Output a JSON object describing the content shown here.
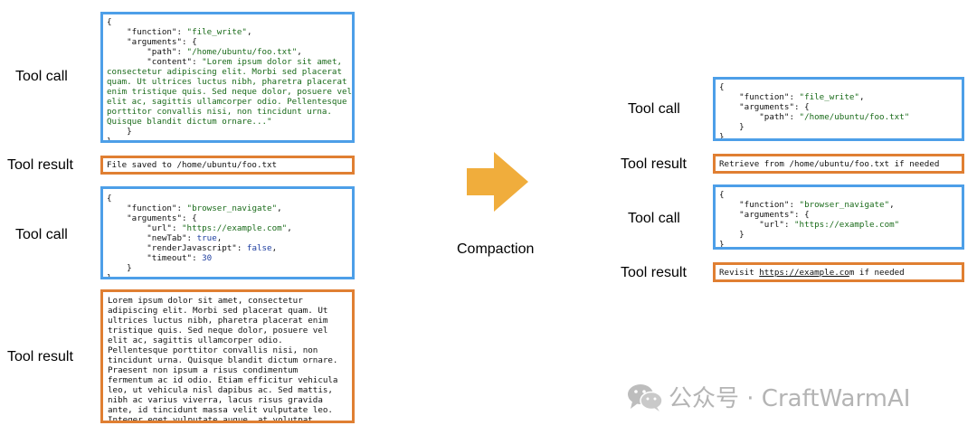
{
  "left": {
    "call1": {
      "label": "Tool call",
      "l1": "{",
      "l2k": "\"function\"",
      "l2v": "\"file_write\"",
      "l3k": "\"arguments\"",
      "l4k": "\"path\"",
      "l4v": "\"/home/ubuntu/foo.txt\"",
      "l5k": "\"content\"",
      "l5v": "\"Lorem ipsum dolor sit amet, consectetur adipiscing elit. Morbi sed placerat quam. Ut ultrices luctus nibh, pharetra placerat enim tristique quis. Sed neque dolor, posuere vel elit ac, sagittis ullamcorper odio. Pellentesque porttitor convallis nisi, non tincidunt urna. Quisque blandit dictum ornare...\"",
      "close_inner": "}",
      "close_outer": "}"
    },
    "result1": {
      "label": "Tool result",
      "text": "File saved to /home/ubuntu/foo.txt"
    },
    "call2": {
      "label": "Tool call",
      "l2k": "\"function\"",
      "l2v": "\"browser_navigate\"",
      "l3k": "\"arguments\"",
      "l4k": "\"url\"",
      "l4v": "\"https://example.com\"",
      "l5k": "\"newTab\"",
      "l5v": "true",
      "l6k": "\"renderJavascript\"",
      "l6v": "false",
      "l7k": "\"timeout\"",
      "l7v": "30"
    },
    "result2": {
      "label": "Tool result",
      "text": "Lorem ipsum dolor sit amet, consectetur adipiscing elit. Morbi sed placerat quam. Ut ultrices luctus nibh, pharetra placerat enim tristique quis. Sed neque dolor, posuere vel elit ac, sagittis ullamcorper odio. Pellentesque porttitor convallis nisi, non tincidunt urna. Quisque blandit dictum ornare. Praesent non ipsum a risus condimentum fermentum ac id odio. Etiam efficitur vehicula leo, ut vehicula nisl dapibus ac. Sed mattis, nibh ac varius viverra, lacus risus gravida ante, id tincidunt massa velit vulputate leo. Integer eget vulputate augue, at volutpat turpis. Praesent porta commodo lacus ut placerat..."
    }
  },
  "middle": {
    "label": "Compaction",
    "arrow_color": "#f0ad3c"
  },
  "right": {
    "call1": {
      "label": "Tool call",
      "l2k": "\"function\"",
      "l2v": "\"file_write\"",
      "l3k": "\"arguments\"",
      "l4k": "\"path\"",
      "l4v": "\"/home/ubuntu/foo.txt\""
    },
    "result1": {
      "label": "Tool result",
      "text": "Retrieve from /home/ubuntu/foo.txt if needed"
    },
    "call2": {
      "label": "Tool call",
      "l2k": "\"function\"",
      "l2v": "\"browser_navigate\"",
      "l3k": "\"arguments\"",
      "l4k": "\"url\"",
      "l4v": "\"https://example.com\""
    },
    "result2": {
      "label": "Tool result",
      "pre": "Revisit ",
      "link": "https://example.co",
      "post": "m if needed"
    }
  },
  "watermark": {
    "text": "公众号 · CraftWarmAI",
    "icon": "wechat-icon",
    "color": "#b4b4b4"
  },
  "colors": {
    "call_border": "#4d9fe8",
    "result_border": "#e07f32",
    "string": "#1a6b1a",
    "literal": "#1f3fa0"
  }
}
